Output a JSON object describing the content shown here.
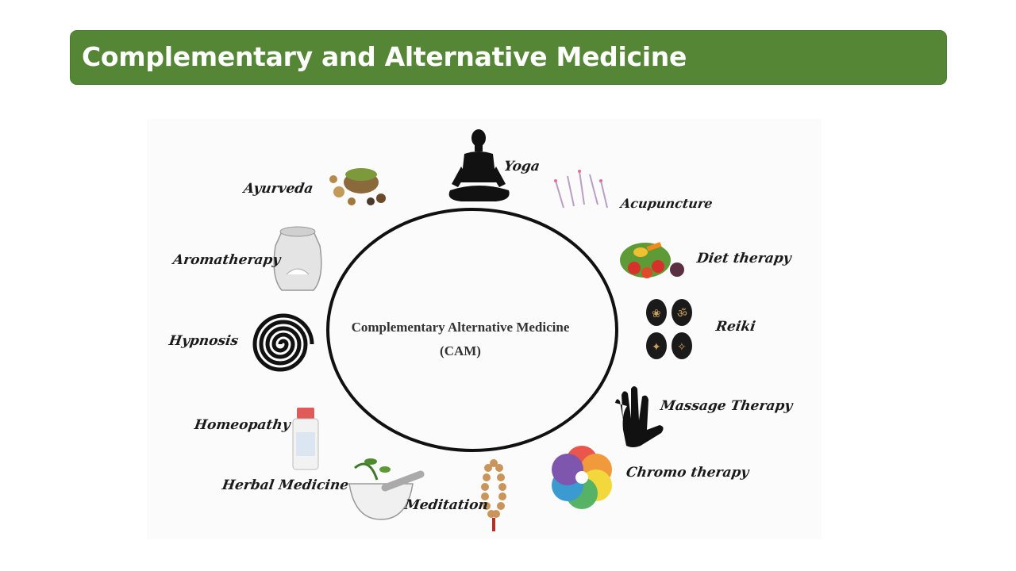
{
  "header": {
    "title": "Complementary and Alternative Medicine"
  },
  "diagram": {
    "center": {
      "line1": "Complementary Alternative Medicine",
      "line2": "(CAM)"
    },
    "therapies": {
      "yoga": "Yoga",
      "acupuncture": "Acupuncture",
      "diet_therapy": "Diet therapy",
      "reiki": "Reiki",
      "massage_therapy": "Massage Therapy",
      "chromo_therapy": "Chromo therapy",
      "meditation": "Meditation",
      "herbal_medicine": "Herbal Medicine",
      "homeopathy": "Homeopathy",
      "hypnosis": "Hypnosis",
      "aromatherapy": "Aromatherapy",
      "ayurveda": "Ayurveda"
    },
    "icons": [
      "meditating-figure-icon",
      "acupuncture-needles-icon",
      "vegetables-icon",
      "reiki-stones-icon",
      "hand-icon",
      "color-wheel-icon",
      "prayer-beads-icon",
      "mortar-pestle-icon",
      "medicine-bottle-icon",
      "spiral-icon",
      "oil-burner-icon",
      "herbs-bowl-icon"
    ]
  }
}
